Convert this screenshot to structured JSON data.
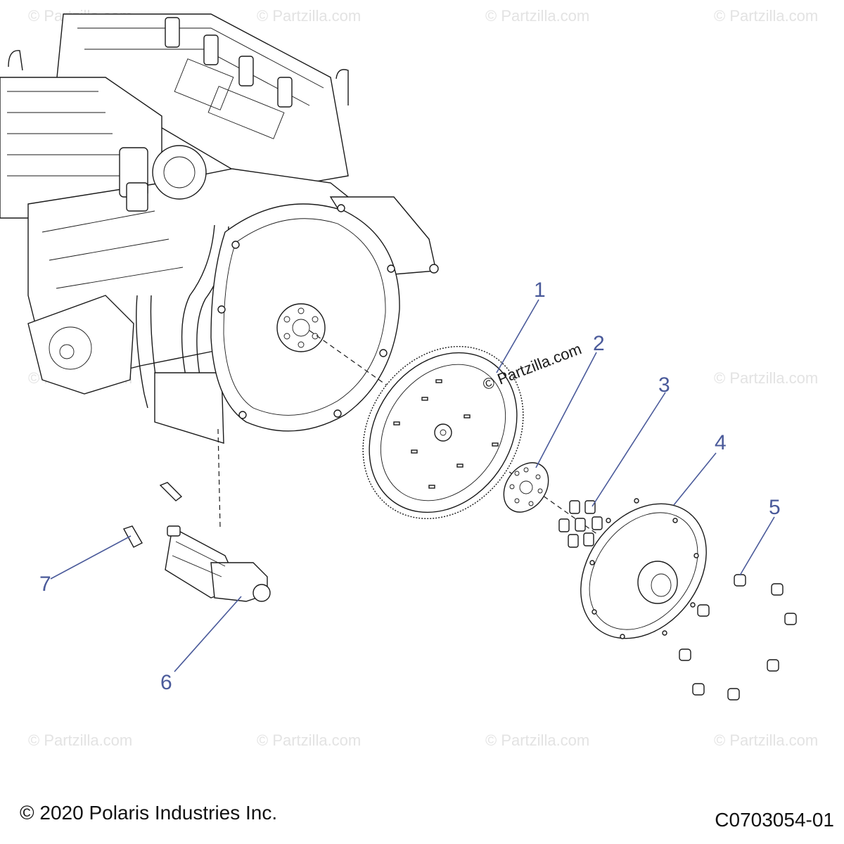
{
  "diagram": {
    "callouts": [
      "1",
      "2",
      "3",
      "4",
      "5",
      "6",
      "7"
    ],
    "watermark": "© Partzilla.com"
  },
  "footer": {
    "copyright": "© 2020 Polaris Industries Inc.",
    "drawing_code": "C0703054-01"
  }
}
